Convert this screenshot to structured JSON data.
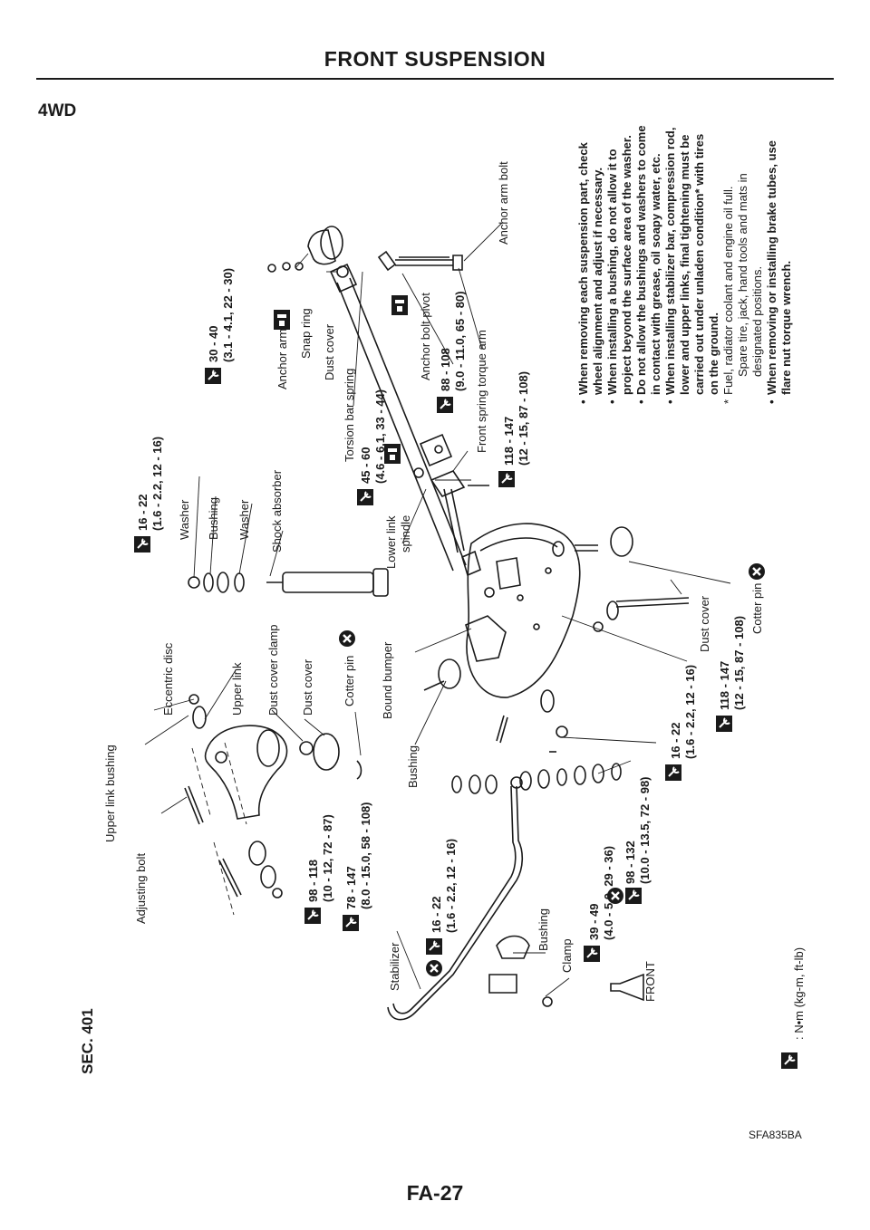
{
  "page": {
    "header": "FRONT SUSPENSION",
    "subtitle": "4WD",
    "diagram_code": "SFA835BA",
    "page_number": "FA-27"
  },
  "sec_label": "SEC. 401",
  "legend": ": N•m (kg-m, ft-lb)",
  "parts": {
    "upper_link_bushing": "Upper link bushing",
    "adjusting_bolt": "Adjusting bolt",
    "eccentric_disc": "Eccentric disc",
    "upper_link": "Upper link",
    "dust_cover_clamp": "Dust cover clamp",
    "dust_cover_1": "Dust cover",
    "cotter_pin_1": "Cotter pin",
    "bound_bumper": "Bound bumper",
    "bushing_1": "Bushing",
    "stabilizer": "Stabilizer",
    "bushing_2": "Bushing",
    "clamp": "Clamp",
    "front": "FRONT",
    "washer_1": "Washer",
    "bushing_3": "Bushing",
    "washer_2": "Washer",
    "shock_absorber": "Shock absorber",
    "lower_link_spindle_1": "Lower link",
    "lower_link_spindle_2": "spindle",
    "torsion_bar_spring": "Torsion bar spring",
    "front_spring_torque_arm": "Front spring torque arm",
    "dust_cover_2": "Dust cover",
    "snap_ring": "Snap ring",
    "anchor_arm": "Anchor arm",
    "anchor_bolt_pivot": "Anchor bolt pivot",
    "anchor_arm_bolt": "Anchor arm bolt",
    "dust_cover_3": "Dust cover",
    "cotter_pin_2": "Cotter pin"
  },
  "torques": {
    "t1a": "98 - 118",
    "t1b": "(10 - 12, 72 - 87)",
    "t2a": "78 - 147",
    "t2b": "(8.0 - 15.0, 58 - 108)",
    "t3a": "16 - 22",
    "t3b": "(1.6 - 2.2, 12 - 16)",
    "t4a": "39 - 49",
    "t4b": "(4.0 - 5.0, 29 - 36)",
    "t5a": "98 - 132",
    "t5b": "(10.0 - 13.5, 72 - 98)",
    "t6a": "16 - 22",
    "t6b": "(1.6 - 2.2, 12 - 16)",
    "t7a": "118 - 147",
    "t7b": "(12 - 15, 87 - 108)",
    "t8a": "16 - 22",
    "t8b": "(1.6 - 2.2, 12 - 16)",
    "t9a": "45 - 60",
    "t9b": "(4.6 - 6.1, 33 - 44)",
    "t10a": "118 - 147",
    "t10b": "(12 - 15, 87 - 108)",
    "t11a": "88 - 108",
    "t11b": "(9.0 - 11.0, 65 - 80)",
    "t12a": "30 - 40",
    "t12b": "(3.1 - 4.1, 22 - 30)"
  },
  "notes": {
    "n1a": "When removing each suspension part, check",
    "n1b": "wheel alignment and adjust if necessary.",
    "n2a": "When installing a bushing, do not allow it to",
    "n2b": "project beyond the surface area of the washer.",
    "n3a": "Do not allow the bushings and washers to come",
    "n3b": "in contact with grease, oil soapy water, etc.",
    "n4a": "When installing stabilizer bar, compression rod,",
    "n4b": "lower and upper links, final tightening must be",
    "n4c": "carried out under unladen condition* with tires",
    "n4d": "on the ground.",
    "n5a": "Fuel, radiator coolant and engine oil full.",
    "n5b": "Spare tire, jack, hand tools and mats in",
    "n5c": "designated positions.",
    "n6a": "When removing or installing brake tubes, use",
    "n6b": "flare nut torque wrench.",
    "bullet": "•",
    "star": "*"
  }
}
